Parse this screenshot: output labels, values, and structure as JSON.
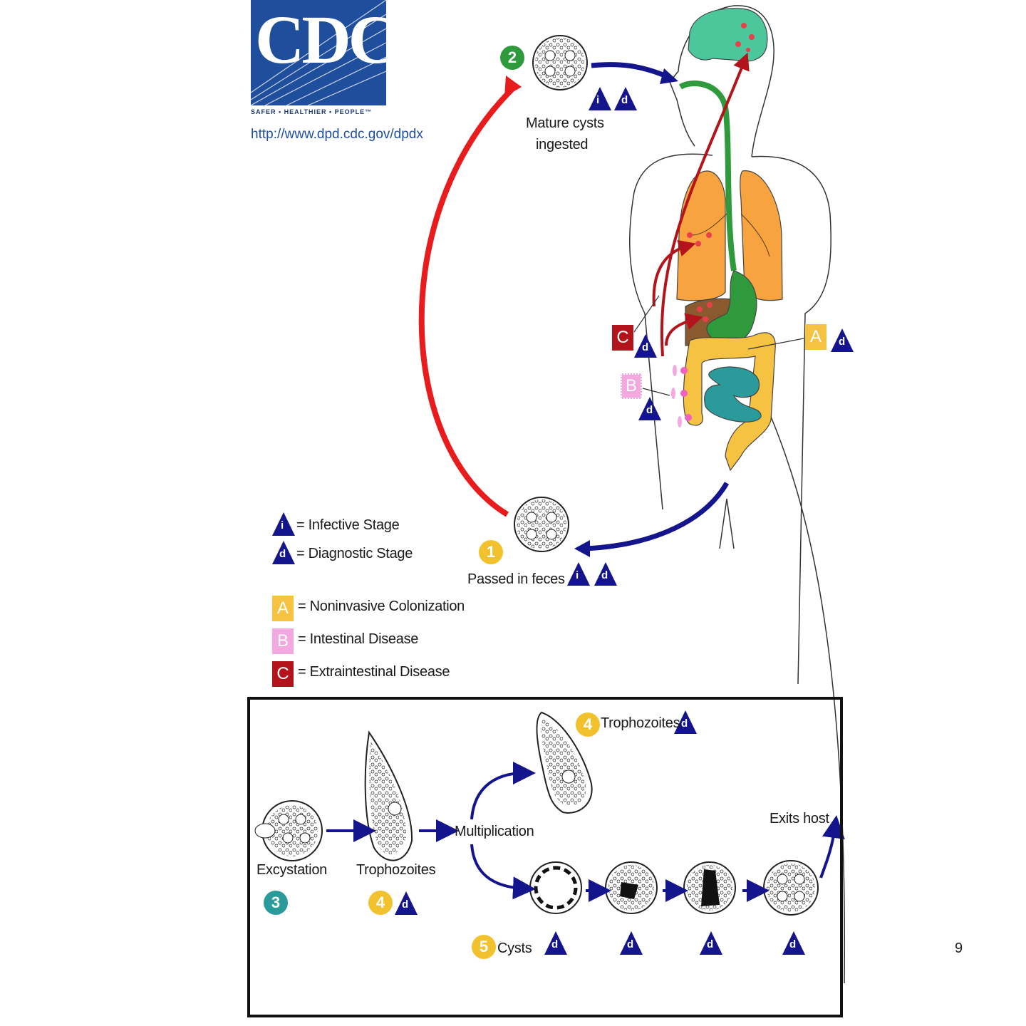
{
  "branding": {
    "logo_text": "CDC",
    "tagline": "SAFER • HEALTHIER • PEOPLE™",
    "url": "http://www.dpd.cdc.gov/dpdx"
  },
  "colors": {
    "step_green": "#2e9a3c",
    "step_yellow": "#f2c12e",
    "step_teal": "#2a9a9a",
    "arrow_red": "#e81c1c",
    "arrow_blue": "#14148c",
    "class_a": "#f5c242",
    "class_b": "#f4a8e0",
    "class_c": "#b3141c"
  },
  "stages": {
    "ingested": {
      "number": "2",
      "label_line1": "Mature cysts",
      "label_line2": "ingested"
    },
    "passed": {
      "number": "1",
      "label": "Passed in feces"
    },
    "excystation": {
      "number": "3",
      "label": "Excystation"
    },
    "trophozoites": {
      "number": "4",
      "label": "Trophozoites"
    },
    "trophozoites_top": {
      "number": "4",
      "label": "Trophozoites"
    },
    "multiplication": {
      "label": "Multiplication"
    },
    "cysts": {
      "number": "5",
      "label": "Cysts"
    },
    "exits": {
      "label": "Exits host"
    }
  },
  "markers": {
    "infective": "i",
    "diagnostic": "d"
  },
  "legend": {
    "infective": "= Infective Stage",
    "diagnostic": "= Diagnostic Stage",
    "a": {
      "letter": "A",
      "text": "= Noninvasive Colonization"
    },
    "b": {
      "letter": "B",
      "text": "= Intestinal Disease"
    },
    "c": {
      "letter": "C",
      "text": "= Extraintestinal Disease"
    }
  },
  "page_number": "9"
}
